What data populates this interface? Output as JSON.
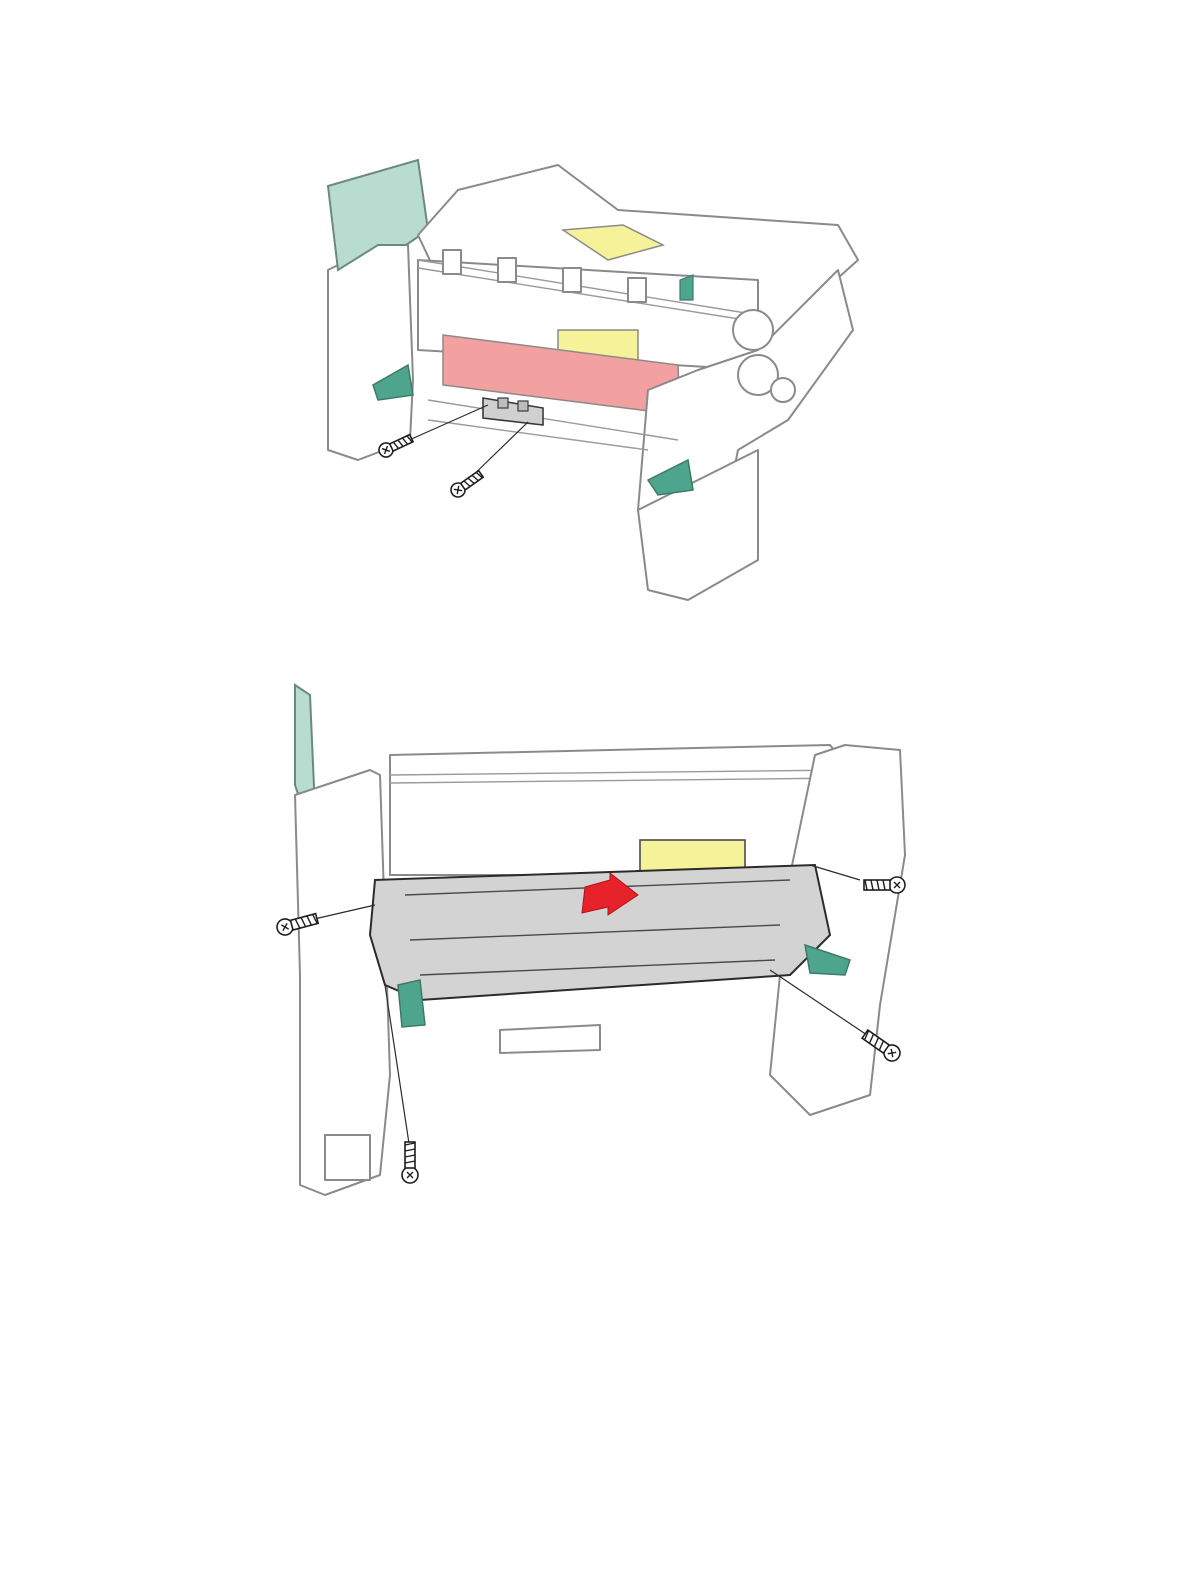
{
  "colors": {
    "line": "#8a8a8a",
    "board_green": "#b8ddd0",
    "lever_green": "#4ea58d",
    "label_yellow": "#f6f29a",
    "roller_pink": "#f2a0a0",
    "fuser_gray": "#d3d3d3",
    "arrow_red": "#e8222b",
    "screw_black": "#1e1e1e"
  },
  "figures": [
    {
      "id": "figure-top",
      "subject": "printer-chassis-fuser-connector-removal",
      "screws": 2
    },
    {
      "id": "figure-bottom",
      "subject": "fuser-assembly-removal",
      "screws": 4,
      "arrow": "pull-out-direction"
    }
  ]
}
